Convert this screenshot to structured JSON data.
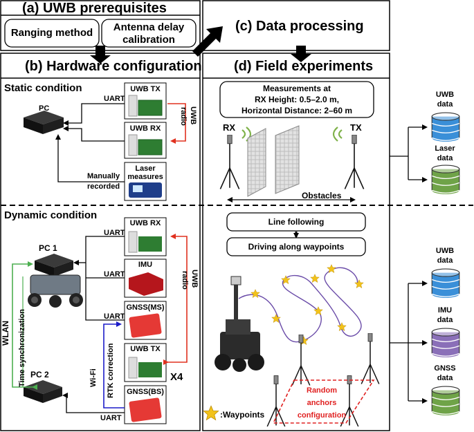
{
  "panels": {
    "a": {
      "title": "(a) UWB prerequisites",
      "items": [
        "Ranging method",
        "Antenna delay",
        "calibration"
      ]
    },
    "b": {
      "title": "(b) Hardware configuration"
    },
    "c": {
      "title": "(c) Data processing"
    },
    "d": {
      "title": "(d) Field experiments"
    }
  },
  "static": {
    "heading": "Static condition",
    "pc": "PC",
    "uart": "UART",
    "uwb_tx": "UWB TX",
    "uwb_rx": "UWB RX",
    "laser": [
      "Laser",
      "measures"
    ],
    "manual": [
      "Manually",
      "recorded"
    ],
    "radio": [
      "UWB",
      "radio"
    ]
  },
  "dynamic": {
    "heading": "Dynamic condition",
    "pc1": "PC 1",
    "pc2": "PC 2",
    "uart": "UART",
    "uwb_rx": "UWB RX",
    "imu": "IMU",
    "gnss_ms": "GNSS(MS)",
    "uwb_tx": "UWB TX",
    "gnss_bs": "GNSS(BS)",
    "x4": "X4",
    "wlan": "WLAN",
    "time_sync": "Time synchronization",
    "wifi": "Wi-Fi",
    "rtk": "RTK correction",
    "radio": [
      "UWB",
      "radio"
    ]
  },
  "field_static": {
    "measure": [
      "Measurements at",
      "RX Height: 0.5–2.0 m,",
      "Horizontal Distance: 2–60 m"
    ],
    "rx": "RX",
    "tx": "TX",
    "obstacles": "Obstacles"
  },
  "field_dynamic": {
    "line_following": "Line following",
    "driving": "Driving along waypoints",
    "anchors": [
      "Random",
      "anchors",
      "configuration"
    ],
    "waypoints": ":Waypoints"
  },
  "outputs_static": [
    [
      "UWB",
      "data"
    ],
    [
      "Laser",
      "data"
    ]
  ],
  "outputs_dynamic": [
    [
      "UWB",
      "data"
    ],
    [
      "IMU",
      "data"
    ],
    [
      "GNSS",
      "data"
    ]
  ],
  "colors": {
    "radio": "#e0301e",
    "wlan": "#4caf50",
    "rtk": "#1a1ac8",
    "anchors": "#e02020",
    "path": "#6a4ba8",
    "star": "#f2c21b",
    "db_blue": "#3a8fd8",
    "db_green": "#6fa348",
    "db_purple": "#8a6fb8"
  }
}
